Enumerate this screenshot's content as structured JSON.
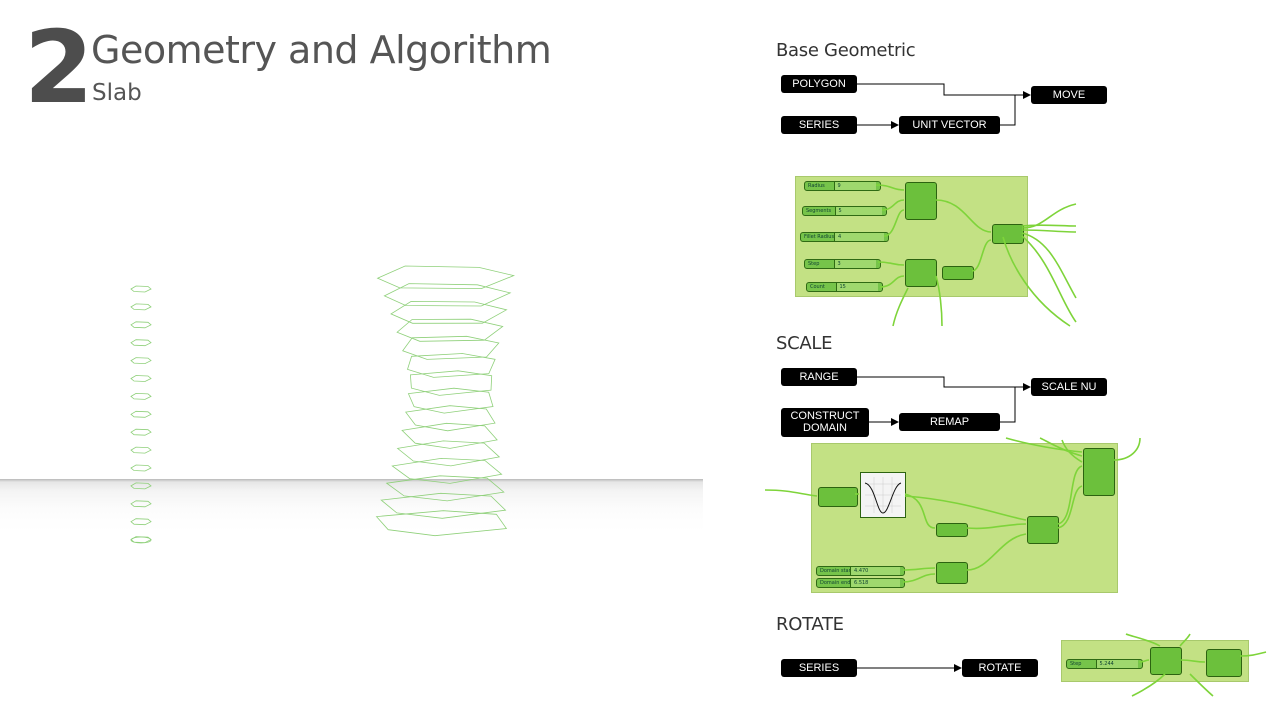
{
  "header": {
    "number": "2",
    "title": "Geometry and Algorithm",
    "subtitle": "Slab"
  },
  "sections": {
    "base": {
      "title": "Base Geometric",
      "nodes": {
        "polygon": "POLYGON",
        "series": "SERIES",
        "unit_vector": "UNIT VECTOR",
        "move": "MOVE"
      }
    },
    "scale": {
      "title": "SCALE",
      "nodes": {
        "range": "RANGE",
        "construct_domain": "CONSTRUCT DOMAIN",
        "remap": "REMAP",
        "scale_nu": "SCALE NU"
      }
    },
    "rotate": {
      "title": "ROTATE",
      "nodes": {
        "series": "SERIES",
        "rotate": "ROTATE"
      }
    }
  },
  "gh_base": {
    "sliders": [
      {
        "label": "Radius",
        "value": "9"
      },
      {
        "label": "Segments",
        "value": "5"
      },
      {
        "label": "Fillet Radius",
        "value": "4"
      },
      {
        "label": "Step",
        "value": "3"
      },
      {
        "label": "Count",
        "value": "15"
      }
    ]
  },
  "gh_scale": {
    "sliders": [
      {
        "label": "Domain start",
        "value": "4.470"
      },
      {
        "label": "Domain end",
        "value": "6.518"
      }
    ]
  },
  "gh_rotate": {
    "sliders": [
      {
        "label": "Step",
        "value": "5.244"
      }
    ]
  },
  "colors": {
    "node_bg": "#000000",
    "gh_canvas": "#c3e184",
    "gh_wire": "#7ed43a",
    "slab_line": "#8fd07a",
    "heading": "#555555"
  }
}
